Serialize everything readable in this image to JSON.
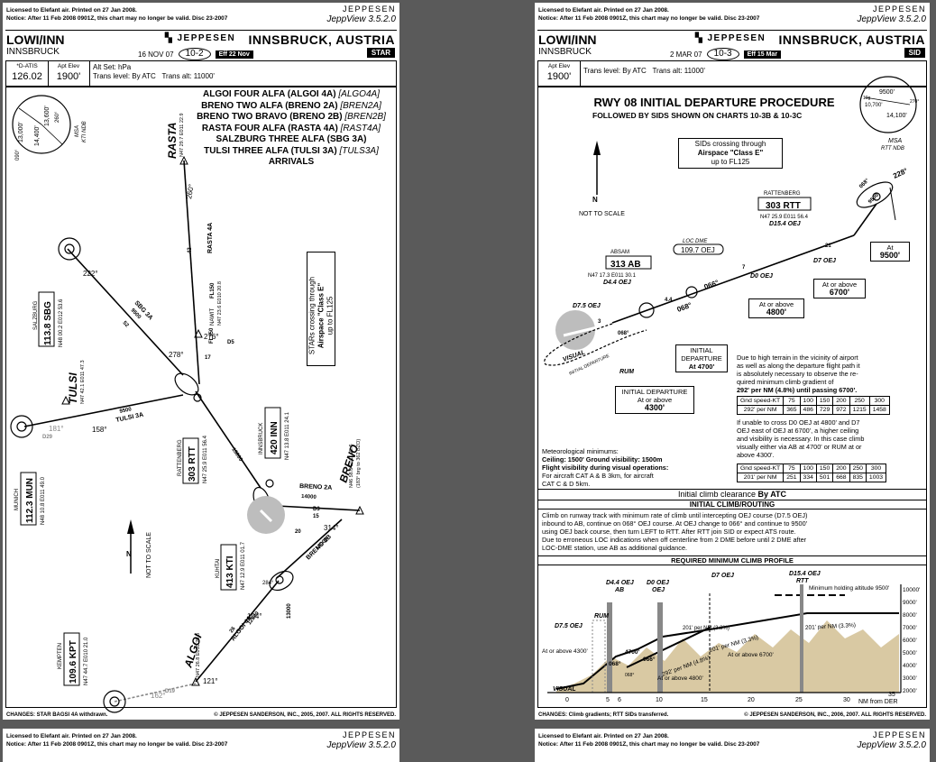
{
  "license": {
    "line1": "Licensed to Elefant air.  Printed on 27 Jan 2008.",
    "line2": "Notice: After 11 Feb 2008 0901Z, this chart may no longer be valid.  Disc 23-2007"
  },
  "brand": {
    "name": "JEPPESEN",
    "app": "JeppView 3.5.2.0"
  },
  "logo": "JEPPESEN",
  "star": {
    "ident": "LOWI/INN",
    "city_small": "INNSBRUCK",
    "city": "INNSBRUCK, AUSTRIA",
    "date": "16 NOV 07",
    "chart_no": "10-2",
    "eff": "Eff 22 Nov",
    "type": "STAR",
    "atis_label": "*D-ATIS",
    "atis_freq": "126.02",
    "elev_label": "Apt Elev",
    "elev": "1900'",
    "altset": "Alt Set: hPa",
    "trans_level": "Trans level: By ATC",
    "trans_alt": "Trans alt: 11000'",
    "procs": [
      {
        "name": "ALGOI FOUR ALFA (ALGOI 4A)",
        "code": "[ALGO4A]"
      },
      {
        "name": "BRENO TWO ALFA (BRENO 2A)",
        "code": "[BREN2A]"
      },
      {
        "name": "BRENO TWO BRAVO (BRENO 2B)",
        "code": "[BREN2B]"
      },
      {
        "name": "RASTA FOUR ALFA (RASTA 4A)",
        "code": "[RAST4A]"
      },
      {
        "name": "SALZBURG THREE ALFA (SBG 3A)",
        "code": ""
      },
      {
        "name": "TULSI THREE ALFA (TULSI 3A)",
        "code": "[TULS3A]"
      },
      {
        "name": "ARRIVALS",
        "code": ""
      }
    ],
    "airspace": [
      "STARs crossing through",
      "Airspace \"Class E\"",
      "up to FL125"
    ],
    "msa": [
      "13,000'",
      "14,400'",
      "13,600'",
      "090°",
      "260°",
      "MSA",
      "KTI NDB"
    ],
    "fixes": {
      "rasta": "RASTA",
      "rasta_coord": "N47 29.7 E011 22.9",
      "tulsi": "TULSI",
      "tulsi_coord": "N47 42.1 E011 47.3",
      "algoi": "ALGOI",
      "algoi_coord": "N47 26.8 E010 29.3",
      "breno": "BRENO",
      "breno_coord": "N46 58.8 E011 22.6",
      "breno_note": "(183° brg to 362 BZO)",
      "nawit": "NAWIT",
      "nawit_coord": "N47 23.6 E010 20.8"
    },
    "navaids": [
      {
        "name": "SALZBURG",
        "freq": "113.8 SBG",
        "coord": "N48 00.2 E012 53.6"
      },
      {
        "name": "MUNICH",
        "freq": "112.3 MUN",
        "coord": "N48 10.8 E011 49.0"
      },
      {
        "name": "RATTENBERG",
        "freq": "303 RTT",
        "coord": "N47 25.9 E011 56.4"
      },
      {
        "name": "INNSBRUCK",
        "freq": "420 INN",
        "coord": "N47 13.8 E011 24.1"
      },
      {
        "name": "KUHTAI",
        "freq": "413 KTI",
        "coord": "N47 12.9 E011 01.7"
      },
      {
        "name": "KEMPTEN",
        "freq": "109.6 KPT",
        "coord": "N47 44.7 E010 21.0"
      }
    ],
    "route_labels": [
      "RASTA 4A",
      "SBG 3A",
      "TULSI 3A",
      "BRENO 2A",
      "BRENO 2B",
      "ALGOI 4A",
      "FL150",
      "9500",
      "13000",
      "14000",
      "12000",
      "260°",
      "222°",
      "276°",
      "278°",
      "158°",
      "181°",
      "314°",
      "121°",
      "104°",
      "162°",
      "284°",
      "D29",
      "D19",
      "D5",
      "D3",
      "17",
      "43",
      "52",
      "15",
      "20",
      "26"
    ],
    "not_to_scale": "NOT TO SCALE",
    "changes": "CHANGES: STAR BAGSI 4A withdrawn.",
    "copyright": "© JEPPESEN SANDERSON, INC., 2005, 2007. ALL RIGHTS RESERVED."
  },
  "sid": {
    "ident": "LOWI/INN",
    "city_small": "INNSBRUCK",
    "city": "INNSBRUCK, AUSTRIA",
    "date": "2 MAR 07",
    "chart_no": "10-3",
    "eff": "Eff 15 Mar",
    "type": "SID",
    "elev_label": "Apt Elev",
    "elev": "1900'",
    "trans_level": "Trans level: By ATC",
    "trans_alt": "Trans alt: 11000'",
    "title": "RWY 08 INITIAL DEPARTURE PROCEDURE",
    "subtitle": "FOLLOWED BY SIDS SHOWN ON CHARTS 10-3B & 10-3C",
    "airspace": [
      "SIDs crossing through",
      "Airspace \"Class E\"",
      "up to FL125"
    ],
    "msa": [
      "9500'",
      "10,700'",
      "14,100'",
      "10g",
      "270°",
      "MSA",
      "RTT NDB"
    ],
    "not_to_scale": "NOT TO SCALE",
    "rattenberg": {
      "name": "RATTENBERG",
      "freq": "303 RTT",
      "coord": "N47 25.9 E011 56.4",
      "dme": "D15.4 OEJ"
    },
    "absam": {
      "name": "ABSAM",
      "freq": "313 AB",
      "coord": "N47 17.3 E011 30.1",
      "dme": "D4.4 OEJ"
    },
    "loc_dme": {
      "name": "LOC DME",
      "freq": "109.7 OEJ"
    },
    "labels": {
      "d75": "D7.5 OEJ",
      "d0": "D0 OEJ",
      "d7": "D7 OEJ",
      "rum": "RUM",
      "visual": "VISUAL",
      "init_dep_vert": "INITIAL DEPARTURE",
      "c068": "068°",
      "c066": "066°",
      "c228": "228°",
      "c068b": "068°",
      "n9500": "9500",
      "n21": "21",
      "n7": "7",
      "n3": "3",
      "n44": "4.4"
    },
    "boxes": {
      "at9500": [
        "At",
        "9500'"
      ],
      "at6700": [
        "At or above",
        "6700'"
      ],
      "at4800": [
        "At or above",
        "4800'"
      ],
      "init4700": [
        "INITIAL",
        "DEPARTURE",
        "At 4700'"
      ],
      "init4300": [
        "INITIAL DEPARTURE",
        "At or above",
        "4300'"
      ]
    },
    "terrain": [
      "Due to high terrain in the vicinity of airport",
      "as well as along the departure flight path it",
      "is absolutely necessary to observe the re-",
      "quired minimum climb gradient of",
      "292' per NM (4.8%) until passing 6700'."
    ],
    "table1": {
      "head": [
        "Gnd speed-KT",
        "75",
        "100",
        "150",
        "200",
        "250",
        "300"
      ],
      "row": [
        "292' per NM",
        "365",
        "486",
        "729",
        "972",
        "1215",
        "1458"
      ]
    },
    "unable": [
      "If unable to cross D0 OEJ at 4800' and D7",
      "OEJ east of OEJ at 6700', a higher ceiling",
      "and visibility is necessary. In this case climb",
      "visually either via AB at 4700' or RUM at or",
      "above 4300'."
    ],
    "table2": {
      "head": [
        "Gnd speed-KT",
        "75",
        "100",
        "150",
        "200",
        "250",
        "300"
      ],
      "row": [
        "201' per NM",
        "251",
        "334",
        "501",
        "668",
        "835",
        "1003"
      ]
    },
    "met": [
      "Meteorological minimums:",
      "Ceiling: 1500'  Ground visibility: 1500m",
      "Flight visibility during visual operations:",
      "For aircraft CAT A & B 3km, for aircraft",
      "CAT C & D 5km."
    ],
    "clearance_label": "Initial climb clearance",
    "clearance_value": "By ATC",
    "routing_head": "INITIAL CLIMB/ROUTING",
    "routing": [
      "Climb on runway track with minimum rate of climb until intercepting OEJ course (D7.5 OEJ)",
      "inbound to AB, continue on 068° OEJ course. At OEJ change to 066° and continue to 9500'",
      "using OEJ back course, then turn LEFT to RTT. After RTT join SID or expect ATS route.",
      "Due to erroneous LOC indications when off centerline from 2 DME before until 2 DME after",
      "LOC-DME station, use AB as additional guidance."
    ],
    "profile_head": "REQUIRED MINIMUM CLIMB PROFILE",
    "profile": {
      "alt_ticks": [
        "10000'",
        "9000'",
        "8000'",
        "7000'",
        "6000'",
        "5000'",
        "4000'",
        "3000'",
        "2000'"
      ],
      "dist_ticks": [
        "0",
        "5",
        "6",
        "10",
        "15",
        "20",
        "25",
        "30",
        "35"
      ],
      "dist_label": "NM from DER",
      "marks": [
        "D7.5 OEJ",
        "D4.4 OEJ",
        "AB",
        "D0 OEJ",
        "OEJ",
        "D7 OEJ",
        "D15.4 OEJ",
        "RTT",
        "RUM",
        "VISUAL",
        "Minimum holding altitude 9500'",
        "201' per NM (3.3%)",
        "201' per NM (3.3%)",
        "292' per NM (4.8%)",
        "201' per NM (3.3%)",
        "At or above 4300'",
        "4700'",
        "At or above 4800'",
        "At or above 6700'",
        "068°",
        "066°",
        "068°"
      ]
    },
    "changes": "CHANGES: Climb gradients; RTT SIDs transferred.",
    "copyright": "© JEPPESEN SANDERSON, INC., 2006, 2007. ALL RIGHTS RESERVED."
  }
}
